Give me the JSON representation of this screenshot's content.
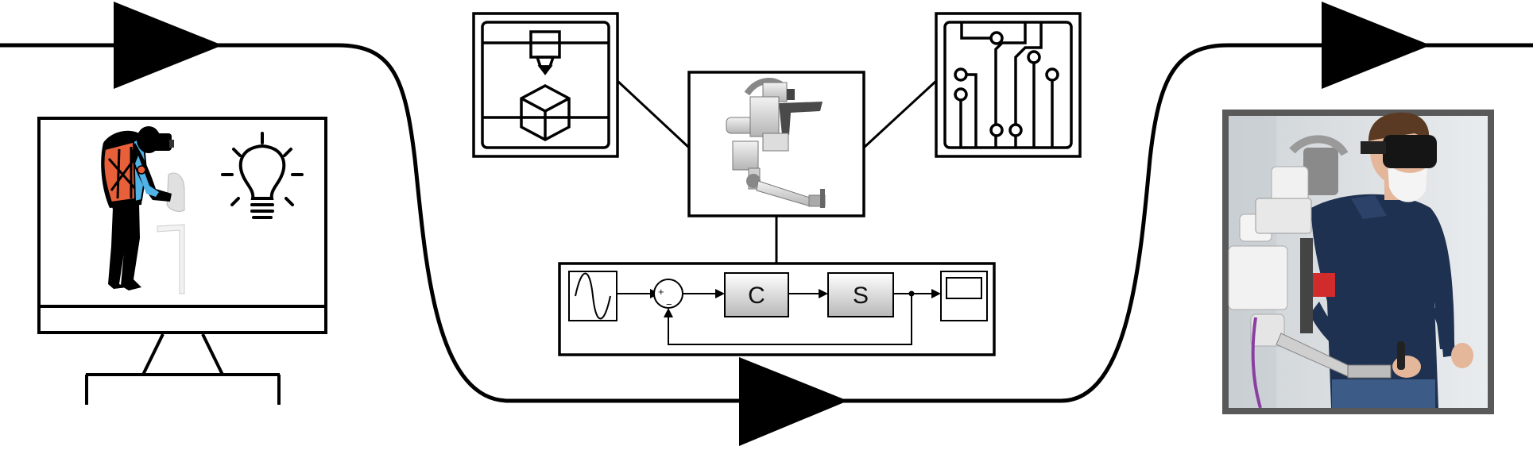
{
  "diagram": {
    "flow_arrows": [
      "input-arrow",
      "middle-arrow",
      "output-arrow"
    ],
    "concept_stage": {
      "icons": [
        "monitor-icon",
        "vr-worker-figure",
        "lightbulb-icon"
      ]
    },
    "development_stage": {
      "icons": [
        "3d-printer-icon",
        "exoskeleton-cad-render",
        "circuit-board-icon"
      ],
      "control_loop": {
        "blocks": [
          {
            "id": "signal-source",
            "icon": "sine-wave-icon"
          },
          {
            "id": "summing-junction",
            "plus": "+",
            "minus": "−"
          },
          {
            "id": "controller",
            "label": "C"
          },
          {
            "id": "system",
            "label": "S"
          },
          {
            "id": "scope",
            "icon": "scope-icon"
          }
        ]
      }
    },
    "result_stage": {
      "image": "exoskeleton-photo",
      "frame_color": "#595959"
    },
    "colors": {
      "line": "#000000",
      "vest_orange": "#e8603a",
      "vest_blue": "#4fb3e8",
      "block_fill_top": "#ffffff",
      "block_fill_bottom": "#b8b8b8",
      "photo_background": "#d9dde0",
      "shirt": "#1f3150"
    }
  }
}
